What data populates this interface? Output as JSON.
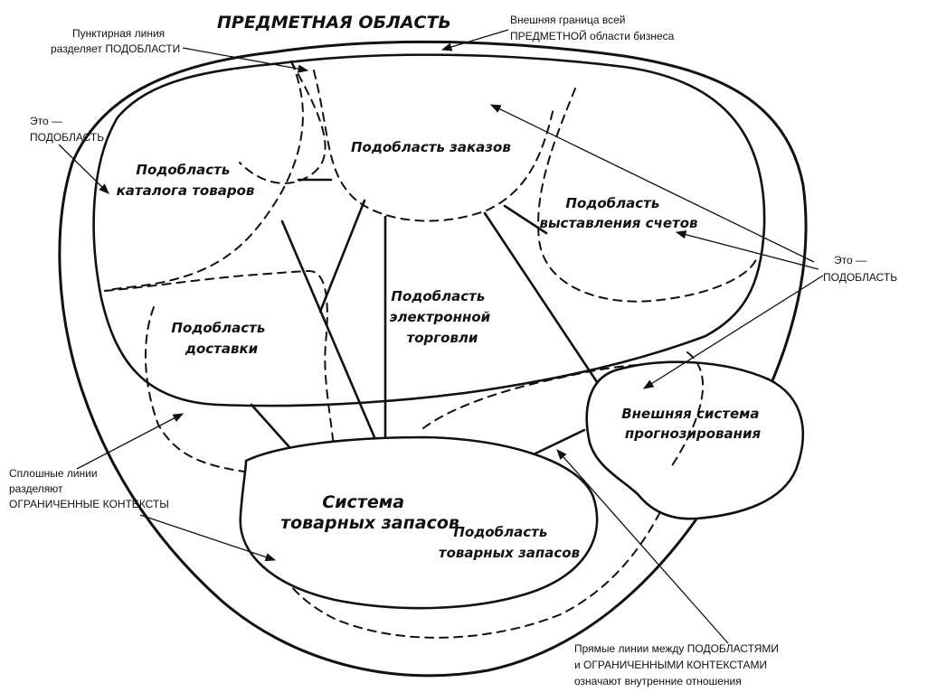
{
  "title": "ПРЕДМЕТНАЯ ОБЛАСТЬ",
  "annotations": {
    "outer_boundary": [
      "Внешняя граница всей",
      "ПРЕДМЕТНОЙ области бизнеса"
    ],
    "dotted_line": [
      "Пунктирная линия",
      "разделяет ПОДОБЛАСТИ"
    ],
    "subdomain_left": [
      "Это —",
      "ПОДОБЛАСТЬ"
    ],
    "subdomain_right": [
      "Это —",
      "ПОДОБЛАСТЬ"
    ],
    "solid_lines": [
      "Сплошные линии",
      "разделяют",
      "ОГРАНИЧЕННЫЕ КОНТЕКСТЫ"
    ],
    "straight_lines": [
      "Прямые линии между ПОДОБЛАСТЯМИ",
      "и ОГРАНИЧЕННЫМИ КОНТЕКСТАМИ",
      "означают внутренние отношения"
    ]
  },
  "subdomains": {
    "orders": [
      "Подобласть заказов"
    ],
    "catalog": [
      "Подобласть",
      "каталога товаров"
    ],
    "invoicing": [
      "Подобласть",
      "выставления счетов"
    ],
    "delivery": [
      "Подобласть",
      "доставки"
    ],
    "ecommerce": [
      "Подобласть",
      "электронной",
      "торговли"
    ],
    "inventory": [
      "Подобласть",
      "товарных запасов"
    ]
  },
  "contexts": {
    "forecasting": [
      "Внешняя система",
      "прогнозирования"
    ],
    "inventory_system": [
      "Система",
      "товарных запасов"
    ]
  }
}
